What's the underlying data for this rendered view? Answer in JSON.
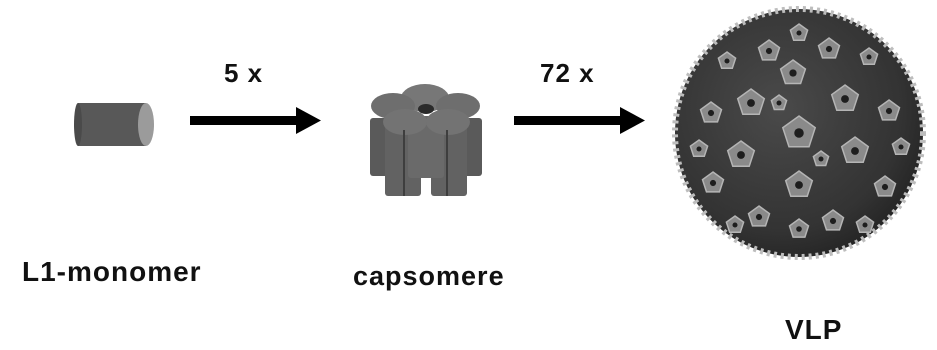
{
  "diagram": {
    "steps": [
      {
        "multiplier": "5 x"
      },
      {
        "multiplier": "72 x"
      }
    ],
    "stages": [
      {
        "label": "L1-monomer"
      },
      {
        "label": "capsomere"
      },
      {
        "label": "VLP"
      }
    ],
    "colors": {
      "monomer_body": "#5a5a5a",
      "monomer_cap": "#9a9a9a",
      "capsomere": "#5f5f5f",
      "capsomere_top": "#6e6e6e",
      "vlp_background": "#3a3a3a",
      "vlp_pentamer": "#8c8c8c",
      "arrow": "#000000"
    },
    "icons": [
      "cylinder-monomer-icon",
      "pentamer-capsomere-icon",
      "virus-like-particle-icon",
      "right-arrow-icon"
    ]
  }
}
